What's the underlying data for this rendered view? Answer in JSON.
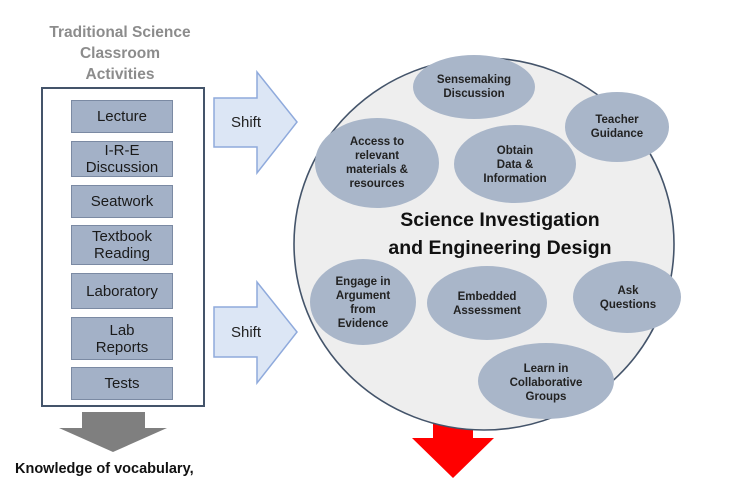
{
  "left_panel": {
    "title_lines": [
      "Traditional Science",
      "Classroom",
      "Activities"
    ],
    "activities": [
      {
        "lines": [
          "Lecture"
        ]
      },
      {
        "lines": [
          "I-R-E",
          "Discussion"
        ]
      },
      {
        "lines": [
          "Seatwork"
        ]
      },
      {
        "lines": [
          "Textbook",
          "Reading"
        ]
      },
      {
        "lines": [
          "Laboratory"
        ]
      },
      {
        "lines": [
          "Lab",
          "Reports"
        ]
      },
      {
        "lines": [
          "Tests"
        ]
      }
    ],
    "bottom_text": "Knowledge of vocabulary,"
  },
  "arrows": {
    "shift_top_label": "Shift",
    "shift_bottom_label": "Shift"
  },
  "main_circle": {
    "title_lines": [
      "Science Investigation",
      "and Engineering Design"
    ],
    "practices": [
      {
        "id": "sensemaking",
        "lines": [
          "Sensemaking",
          "Discussion"
        ]
      },
      {
        "id": "teacher-guidance",
        "lines": [
          "Teacher",
          "Guidance"
        ]
      },
      {
        "id": "access",
        "lines": [
          "Access to",
          "relevant",
          "materials &",
          "resources"
        ]
      },
      {
        "id": "obtain-data",
        "lines": [
          "Obtain",
          "Data &",
          "Information"
        ]
      },
      {
        "id": "argument",
        "lines": [
          "Engage in",
          "Argument",
          "from",
          "Evidence"
        ]
      },
      {
        "id": "embedded-assessment",
        "lines": [
          "Embedded",
          "Assessment"
        ]
      },
      {
        "id": "ask-questions",
        "lines": [
          "Ask",
          "Questions"
        ]
      },
      {
        "id": "collaborative",
        "lines": [
          "Learn in",
          "Collaborative",
          "Groups"
        ]
      }
    ]
  },
  "colors": {
    "activity_fill": "#a3b1c7",
    "bubble_fill": "#a9b6c9",
    "circle_fill": "#eeeeee",
    "shift_arrow_fill": "#dce6f5",
    "down_arrow_gray": "#7f7f7f",
    "down_arrow_red": "#ff0000",
    "title_gray": "#8c8c8c"
  }
}
